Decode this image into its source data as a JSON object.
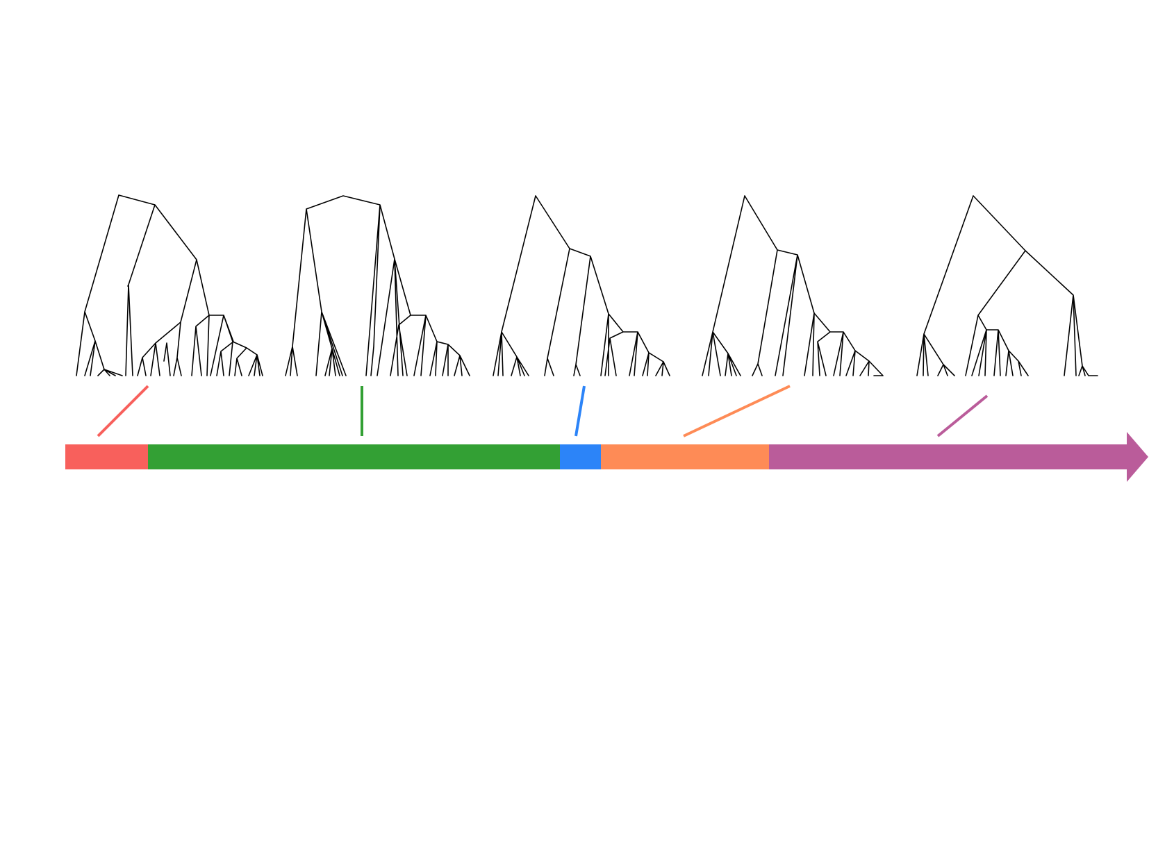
{
  "diagram": {
    "type": "genealogy-along-genome",
    "colors": {
      "segment_1": "#f8605c",
      "segment_2": "#33a034",
      "segment_3": "#2c84f8",
      "segment_4": "#fe8b56",
      "segment_5": "#ba5c9a",
      "tree_stroke": "#000000",
      "background": "#ffffff"
    },
    "segments": [
      {
        "id": "segment-1",
        "color": "#f8605c"
      },
      {
        "id": "segment-2",
        "color": "#33a034"
      },
      {
        "id": "segment-3",
        "color": "#2c84f8"
      },
      {
        "id": "segment-4",
        "color": "#fe8b56"
      },
      {
        "id": "segment-5",
        "color": "#ba5c9a"
      }
    ],
    "trees": [
      {
        "id": "tree-1",
        "linked_segment": "segment-1"
      },
      {
        "id": "tree-2",
        "linked_segment": "segment-2"
      },
      {
        "id": "tree-3",
        "linked_segment": "segment-3"
      },
      {
        "id": "tree-4",
        "linked_segment": "segment-4"
      },
      {
        "id": "tree-5",
        "linked_segment": "segment-5"
      }
    ],
    "axis_end": "arrow-right"
  }
}
